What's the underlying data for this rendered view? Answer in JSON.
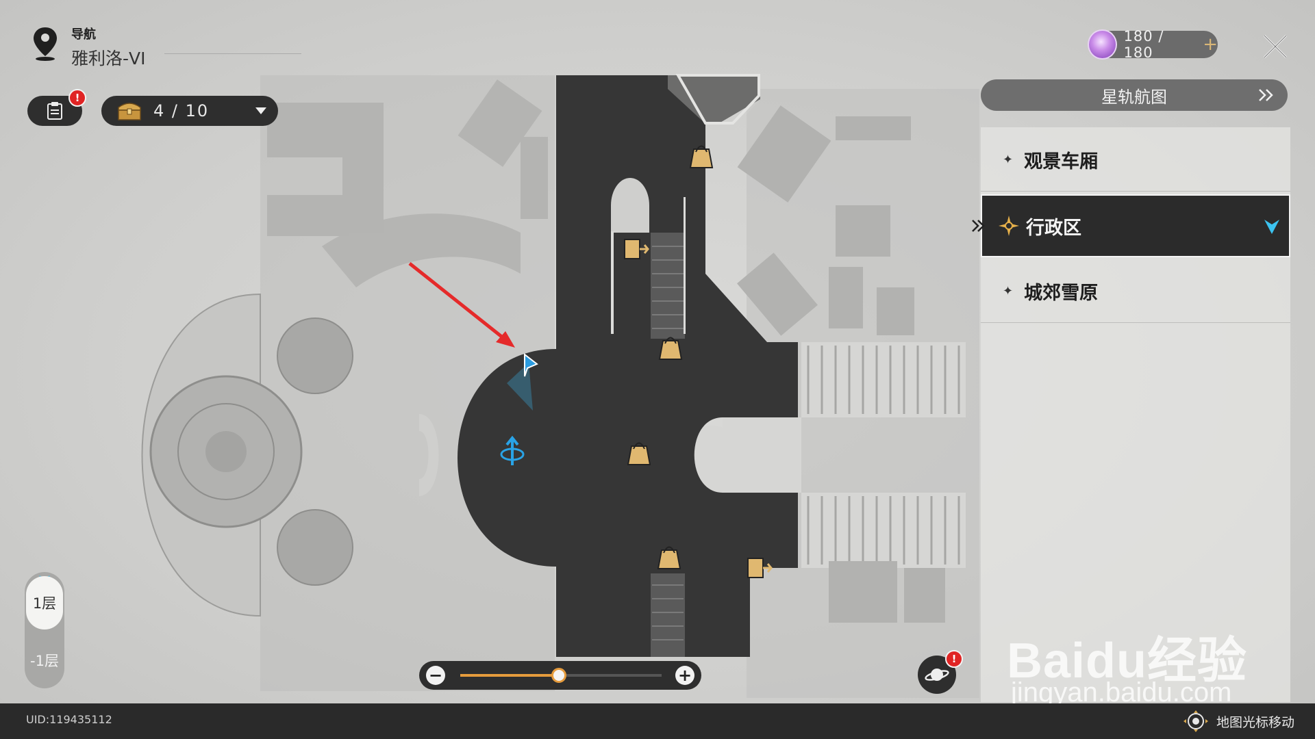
{
  "header": {
    "nav_label": "导航",
    "region_name": "雅利洛-VI"
  },
  "stamina": {
    "value": "180 / 180",
    "plus": "+"
  },
  "toolbar": {
    "quest_badge": "!",
    "chest_count": "4 / 10"
  },
  "right_panel": {
    "map_tab": "星轨航图",
    "regions": [
      {
        "label": "观景车厢",
        "active": false
      },
      {
        "label": "行政区",
        "active": true
      },
      {
        "label": "城郊雪原",
        "active": false
      }
    ]
  },
  "floors": {
    "items": [
      "1层",
      "-1层"
    ],
    "selected": "1层"
  },
  "zoom": {
    "minus": "−",
    "plus": "+",
    "level": 0.49
  },
  "planet_badge": "!",
  "bottom": {
    "uid": "UID:119435112",
    "hint": "地图光标移动"
  },
  "watermark": {
    "brand": "Baidu经验",
    "url": "jingyan.baidu.com"
  },
  "colors": {
    "accent_orange": "#e59b3c",
    "player_blue": "#29a3e6",
    "arrow_red": "#e52a2a",
    "active_region_bg": "#2b2b2b"
  },
  "icons": {
    "nav": "map-pin-icon",
    "close": "close-x-icon",
    "quest": "clipboard-icon",
    "chest": "treasure-chest-icon",
    "dropdown": "triangle-down-icon",
    "region_active": "compass-rose-icon",
    "planet": "planet-icon",
    "player": "player-arrow-icon",
    "waypoint": "space-anchor-icon",
    "shop": "shopping-bag-icon",
    "door": "door-exit-icon"
  }
}
